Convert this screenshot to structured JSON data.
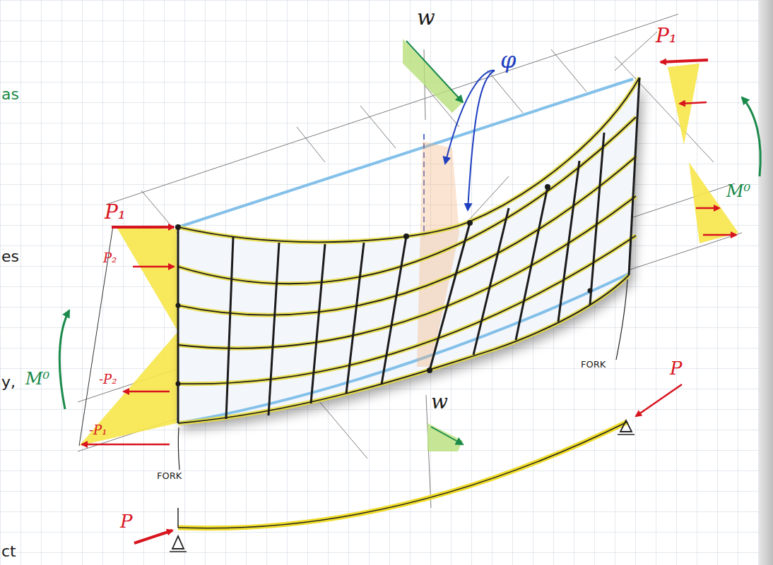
{
  "diagram": {
    "labels": [
      "as",
      "es",
      "y,",
      "ct",
      "P₁",
      "P₂",
      "-P₂",
      "-P₁",
      "M⁰",
      "w",
      "φ",
      "P₁",
      "M⁰",
      "FORK",
      "FORK",
      "w",
      "P",
      "P"
    ]
  }
}
